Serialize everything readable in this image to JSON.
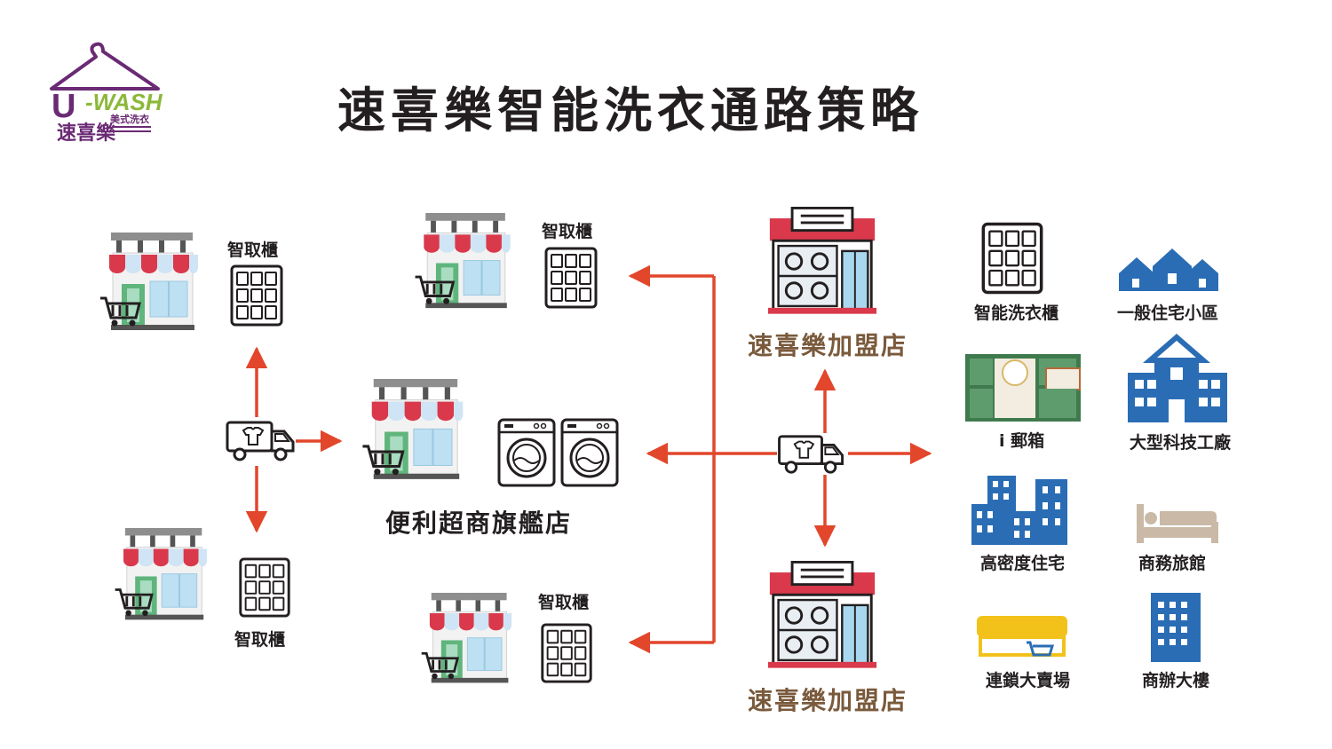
{
  "title": "速喜樂智能洗衣通路策略",
  "logo": {
    "brand": "U-WASH",
    "name_cn": "速喜樂",
    "tagline": "美式洗衣"
  },
  "left_network": {
    "lockers": [
      {
        "label": "智取櫃"
      },
      {
        "label": "智取櫃"
      },
      {
        "label": "智取櫃"
      },
      {
        "label": "智取櫃"
      }
    ],
    "flagship_label": "便利超商旗艦店"
  },
  "franchise": [
    {
      "label": "速喜樂加盟店"
    },
    {
      "label": "速喜樂加盟店"
    }
  ],
  "destinations": [
    {
      "label": "智能洗衣櫃",
      "icon": "locker-icon"
    },
    {
      "label": "一般住宅小區",
      "icon": "houses-icon"
    },
    {
      "label": "i 郵箱",
      "icon": "ibox-icon"
    },
    {
      "label": "大型科技工廠",
      "icon": "factory-icon"
    },
    {
      "label": "高密度住宅",
      "icon": "apartments-icon"
    },
    {
      "label": "商務旅館",
      "icon": "bed-icon"
    },
    {
      "label": "連鎖大賣場",
      "icon": "market-icon"
    },
    {
      "label": "商辦大樓",
      "icon": "office-tower-icon"
    }
  ],
  "colors": {
    "arrow": "#e2462b",
    "brand_purple": "#6a2a74",
    "brand_green": "#8cb83a",
    "blue": "#2a6db5",
    "red": "#d9394b",
    "brown_text": "#7a5a3c"
  }
}
